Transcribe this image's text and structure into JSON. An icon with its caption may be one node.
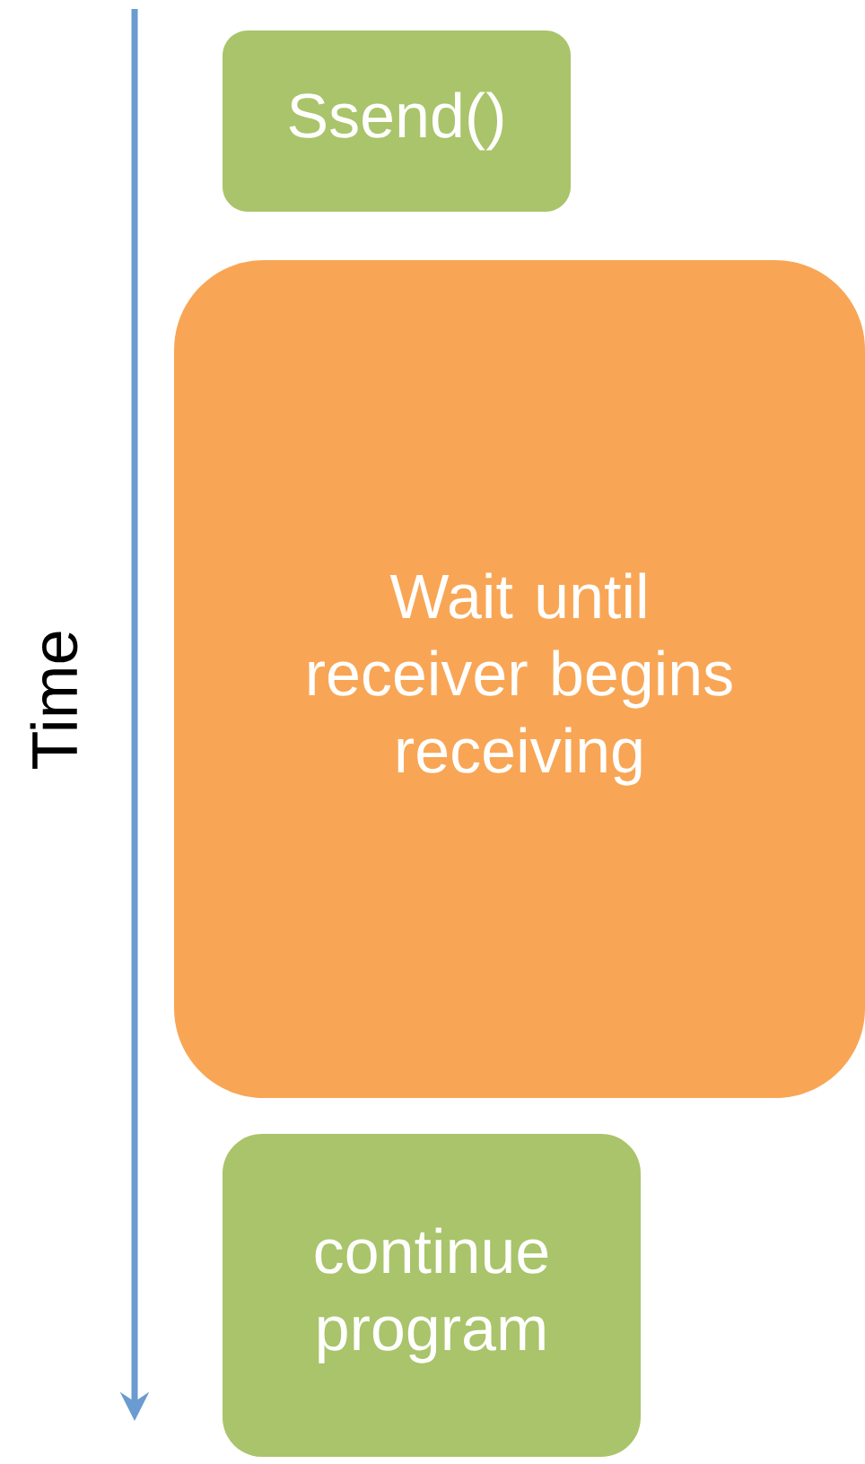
{
  "diagram": {
    "nodes": [
      {
        "text": [
          "Ssend()"
        ]
      },
      {
        "text": [
          "Wait until receiver begins receiving"
        ]
      },
      {
        "text": [
          "continue program"
        ]
      }
    ],
    "labels": [
      "Time"
    ]
  }
}
